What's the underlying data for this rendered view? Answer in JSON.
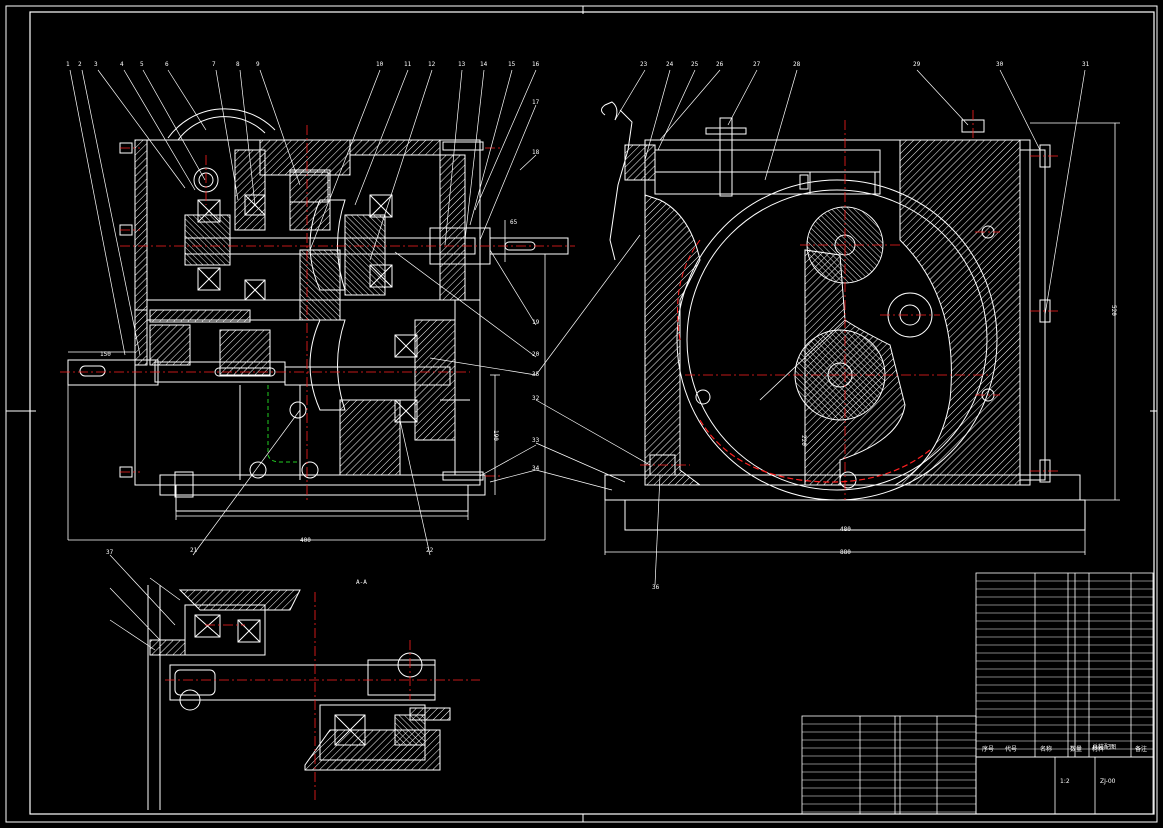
{
  "drawing": {
    "section_label": "A-A",
    "left_view_leaders": [
      "1",
      "2",
      "3",
      "4",
      "5",
      "6",
      "7",
      "8",
      "9",
      "10",
      "11",
      "12",
      "13",
      "14",
      "15",
      "16",
      "17",
      "18",
      "19",
      "20",
      "21",
      "22"
    ],
    "right_view_leaders": [
      "23",
      "24",
      "25",
      "26",
      "27",
      "28",
      "29",
      "30",
      "31",
      "32",
      "33",
      "34",
      "35",
      "36",
      "37"
    ],
    "dims_left": [
      "400",
      "190",
      "65",
      "150"
    ],
    "dims_right": [
      "880",
      "520",
      "480",
      "220"
    ],
    "colors": {
      "background": "#000000",
      "line": "#ffffff",
      "section": "#ff2020",
      "hidden": "#22cc22"
    }
  },
  "title_block": {
    "title": "总装配图",
    "drawing_no": "ZJ-00",
    "scale": "1:2",
    "header_cols": [
      "序号",
      "代号",
      "名称",
      "数量",
      "材料",
      "备注"
    ]
  }
}
